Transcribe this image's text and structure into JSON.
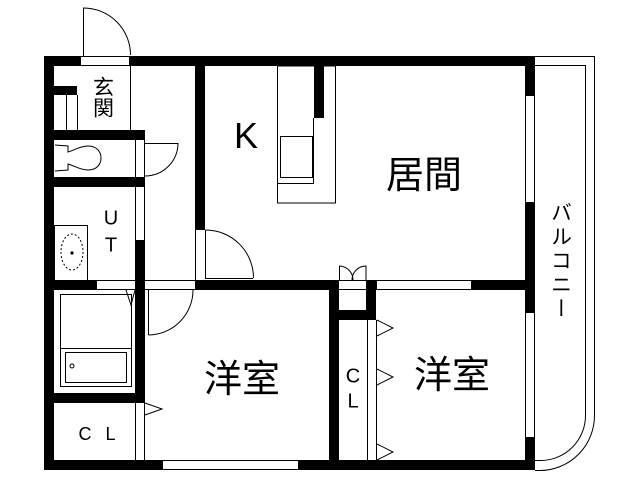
{
  "floor_plan": {
    "colors": {
      "wall": "#000000",
      "background": "#ffffff"
    },
    "rooms": [
      {
        "id": "entrance",
        "label": "玄関"
      },
      {
        "id": "kitchen",
        "label": "K"
      },
      {
        "id": "living",
        "label": "居間"
      },
      {
        "id": "utility",
        "label": "UT"
      },
      {
        "id": "western-room-left",
        "label": "洋室"
      },
      {
        "id": "western-room-right",
        "label": "洋室"
      },
      {
        "id": "closet-left",
        "label": "CL"
      },
      {
        "id": "closet-right",
        "label": "CL"
      },
      {
        "id": "balcony",
        "label": "バルコニー"
      }
    ]
  }
}
